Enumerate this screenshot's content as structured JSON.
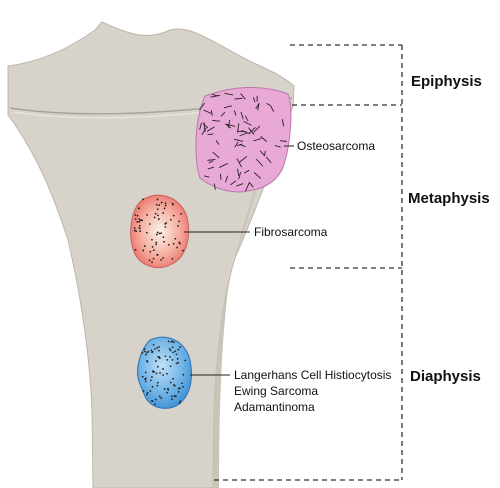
{
  "zones": {
    "epiphysis": "Epiphysis",
    "metaphysis": "Metaphysis",
    "diaphysis": "Diaphysis"
  },
  "tumors": {
    "osteosarcoma": "Osteosarcoma",
    "fibrosarcoma": "Fibrosarcoma",
    "diaphyseal": {
      "line1": "Langerhans Cell Histiocytosis",
      "line2": "Ewing Sarcoma",
      "line3": "Adamantinoma"
    }
  },
  "colors": {
    "bone": "#d8d3ca",
    "bone_shadow": "#c9c3b8",
    "osteosarcoma_fill": "#e9a9d6",
    "fibrosarcoma_fill": "#ee8a86",
    "diaphyseal_fill": "#5aa6e0",
    "dots": "#222222"
  },
  "icons": [
    "dashed-bracket",
    "leader-line"
  ]
}
